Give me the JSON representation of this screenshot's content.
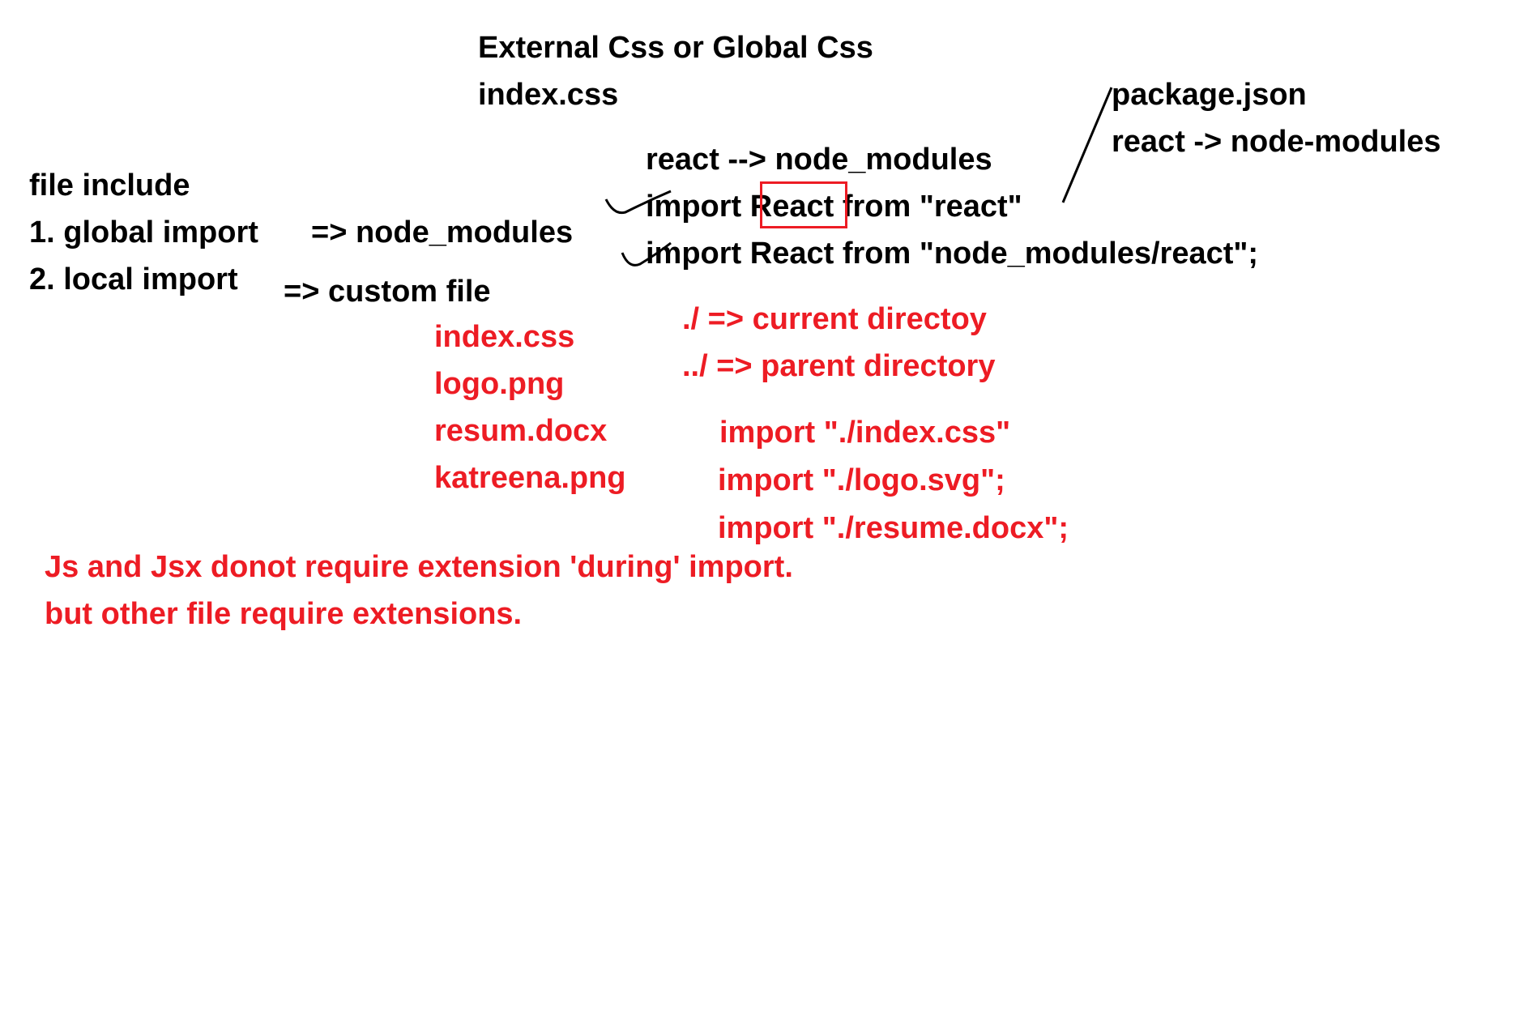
{
  "notes": {
    "heading_line1": "External Css or Global Css",
    "heading_line2": "index.css",
    "package_json": "package.json",
    "react_node_modules_right": "react -> node-modules",
    "react_node_modules": "react --> node_modules",
    "import_react": "import React from \"react\"",
    "import_react_path": "import React from \"node_modules/react\";",
    "file_include": "file include",
    "global_import": "1. global import",
    "global_import_arrow": "=> node_modules",
    "local_import": "2. local import",
    "local_import_arrow": "=> custom file",
    "current_dir": "./ => current directoy",
    "parent_dir": "../ => parent directory",
    "files": [
      "index.css",
      "logo.png",
      "resum.docx",
      "katreena.png"
    ],
    "imports": [
      "import \"./index.css\"",
      "import \"./logo.svg\";",
      "import \"./resume.docx\";"
    ],
    "extension_note_line1": "Js and Jsx donot require extension 'during' import.",
    "extension_note_line2": "but other file require extensions."
  },
  "colors": {
    "black_text": "#000000",
    "red_text": "#ed1c24",
    "background": "#ffffff"
  }
}
